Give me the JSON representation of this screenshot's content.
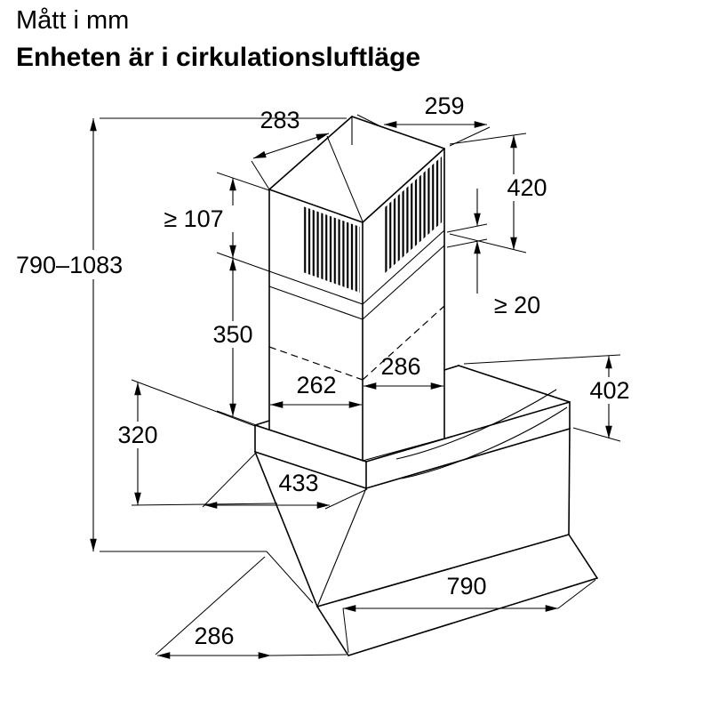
{
  "title": {
    "line1": "Mått i mm",
    "line2": "Enheten är i cirkulationsluftläge"
  },
  "dims": {
    "overall_height": "790–1083",
    "top_clearance": "≥ 107",
    "chimney_width": "283",
    "chimney_depth": "259",
    "upper_duct_height": "420",
    "min_overlap": "≥ 20",
    "lower_duct_height": "350",
    "duct_base_depth": "286",
    "duct_base_width": "262",
    "right_height": "402",
    "left_height": "320",
    "body_width": "433",
    "hood_width": "790",
    "bottom_depth": "286"
  },
  "colors": {
    "line": "#000000",
    "background": "#ffffff"
  }
}
